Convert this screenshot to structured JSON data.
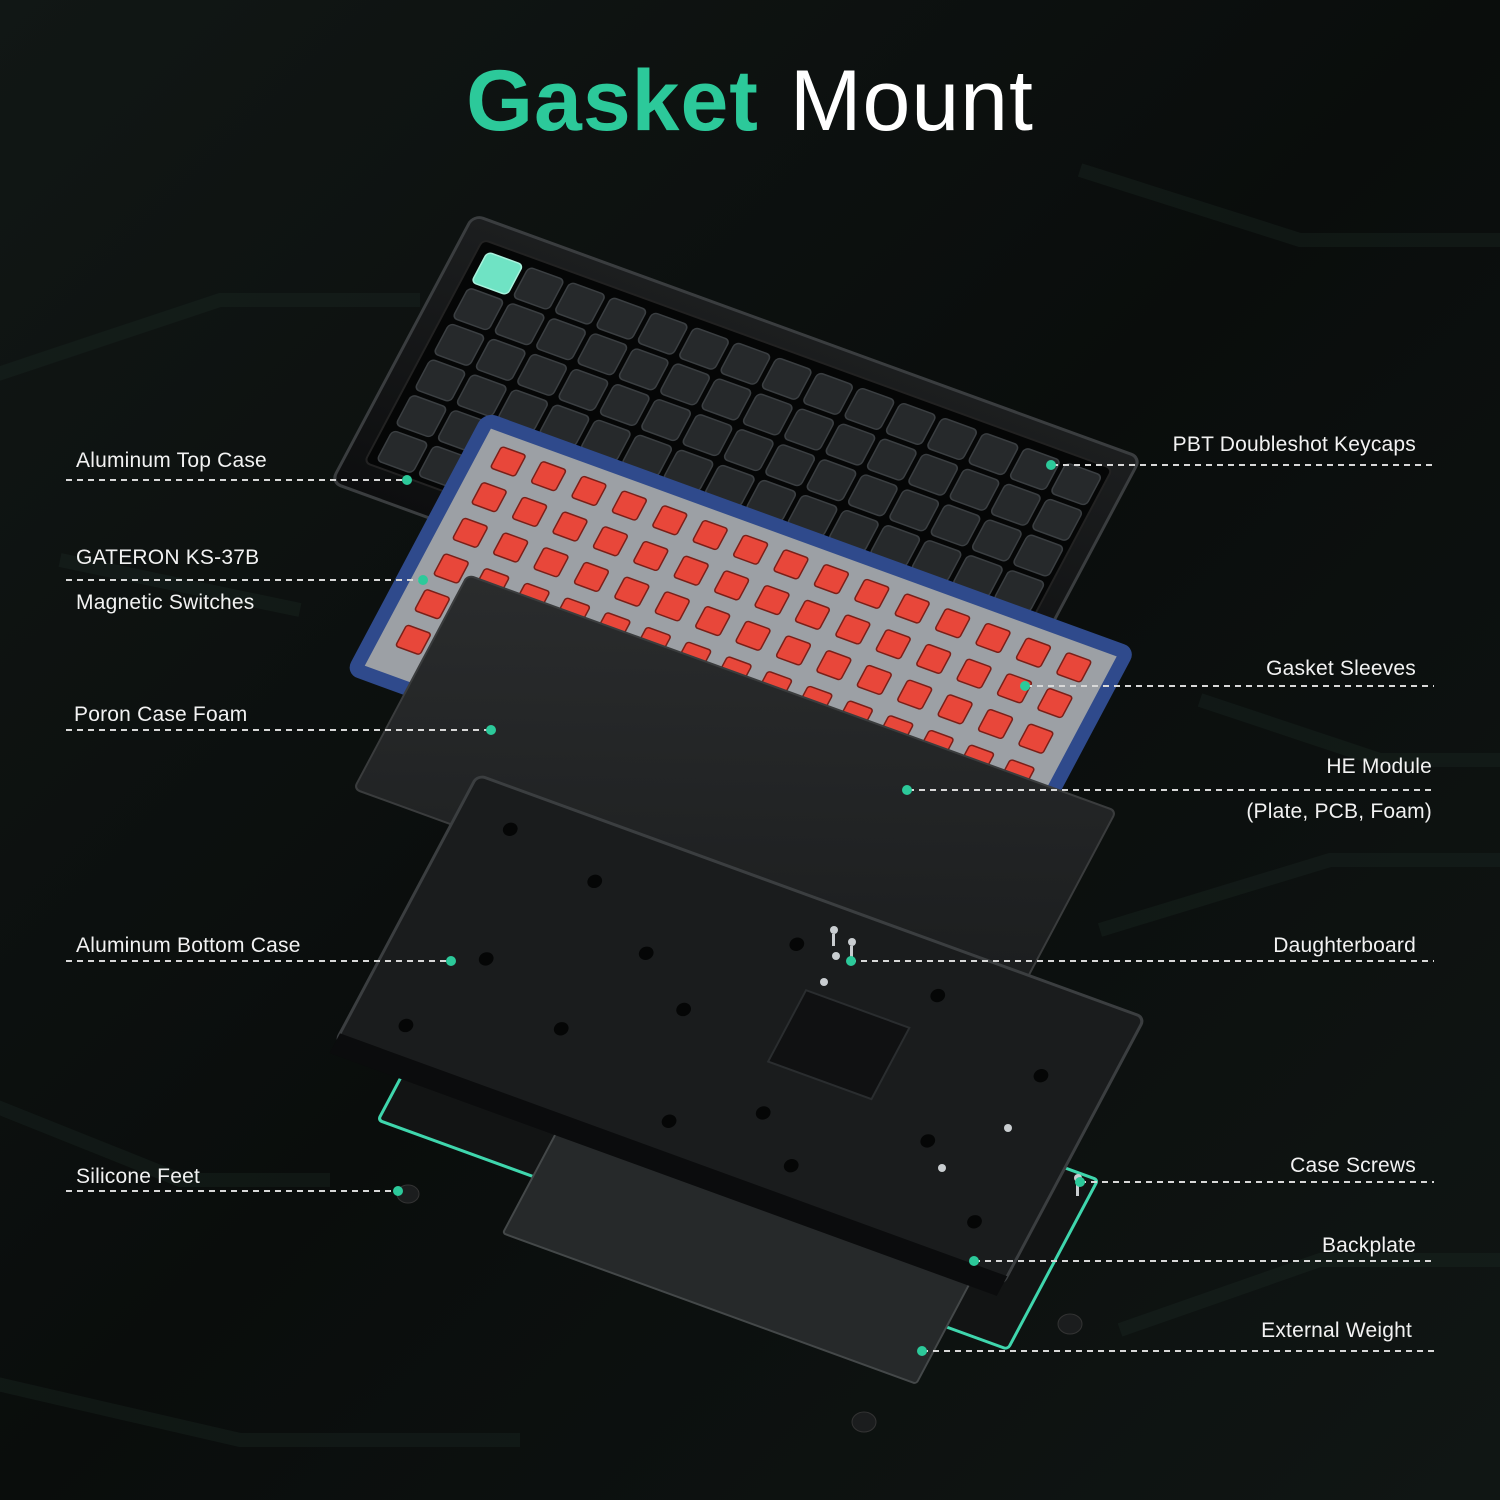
{
  "title": {
    "accent": "Gasket",
    "rest": "Mount"
  },
  "colors": {
    "accent": "#2cc99a",
    "background": "#0c0f0e",
    "switch_red": "#e8473a",
    "plate_blue": "#2f4a8c",
    "mint_keycap": "#6fe3c4",
    "dark_keycap": "#26292b"
  },
  "callouts_left": [
    {
      "id": "aluminum-top-case",
      "text": "Aluminum Top Case"
    },
    {
      "id": "gateron-switches",
      "text": "GATERON KS-37B",
      "sub": "Magnetic Switches"
    },
    {
      "id": "poron-case-foam",
      "text": "Poron Case Foam"
    },
    {
      "id": "aluminum-bottom-case",
      "text": "Aluminum Bottom Case"
    },
    {
      "id": "silicone-feet",
      "text": "Silicone Feet"
    }
  ],
  "callouts_right": [
    {
      "id": "pbt-keycaps",
      "text": "PBT Doubleshot Keycaps"
    },
    {
      "id": "gasket-sleeves",
      "text": "Gasket Sleeves"
    },
    {
      "id": "he-module",
      "text": "HE Module",
      "sub": "(Plate, PCB, Foam)"
    },
    {
      "id": "daughterboard",
      "text": "Daughterboard"
    },
    {
      "id": "case-screws",
      "text": "Case Screws"
    },
    {
      "id": "backplate",
      "text": "Backplate"
    },
    {
      "id": "external-weight",
      "text": "External Weight"
    }
  ]
}
